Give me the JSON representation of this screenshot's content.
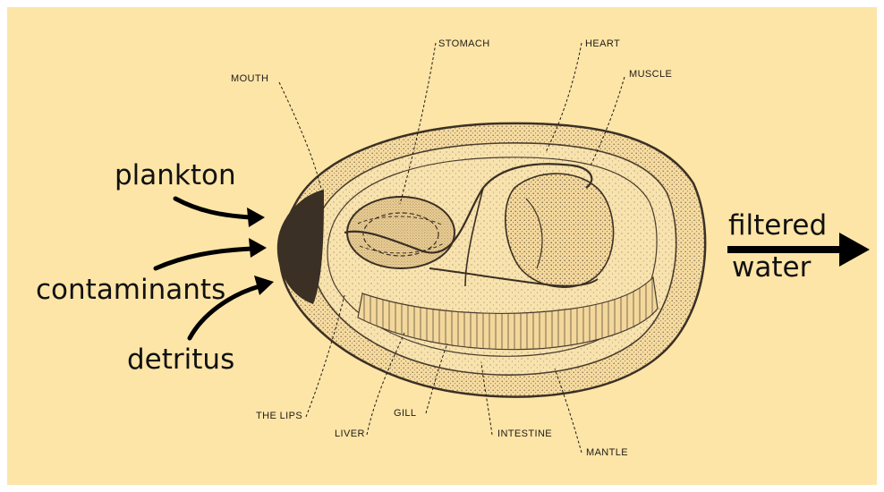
{
  "colors": {
    "background": "#fde5a8",
    "ink": "#1f1a14",
    "shell_dark": "#3a2f24",
    "stipple": "#6b5a45"
  },
  "anatomy_labels": {
    "mouth": "MOUTH",
    "stomach": "STOMACH",
    "heart": "HEART",
    "muscle": "MUSCLE",
    "the_lips": "THE LIPS",
    "liver": "LIVER",
    "gill": "GILL",
    "intestine": "INTESTINE",
    "mantle": "MANTLE"
  },
  "inputs": {
    "plankton": "plankton",
    "contaminants": "contaminants",
    "detritus": "detritus"
  },
  "output": {
    "line1": "filtered",
    "line2": "water"
  }
}
